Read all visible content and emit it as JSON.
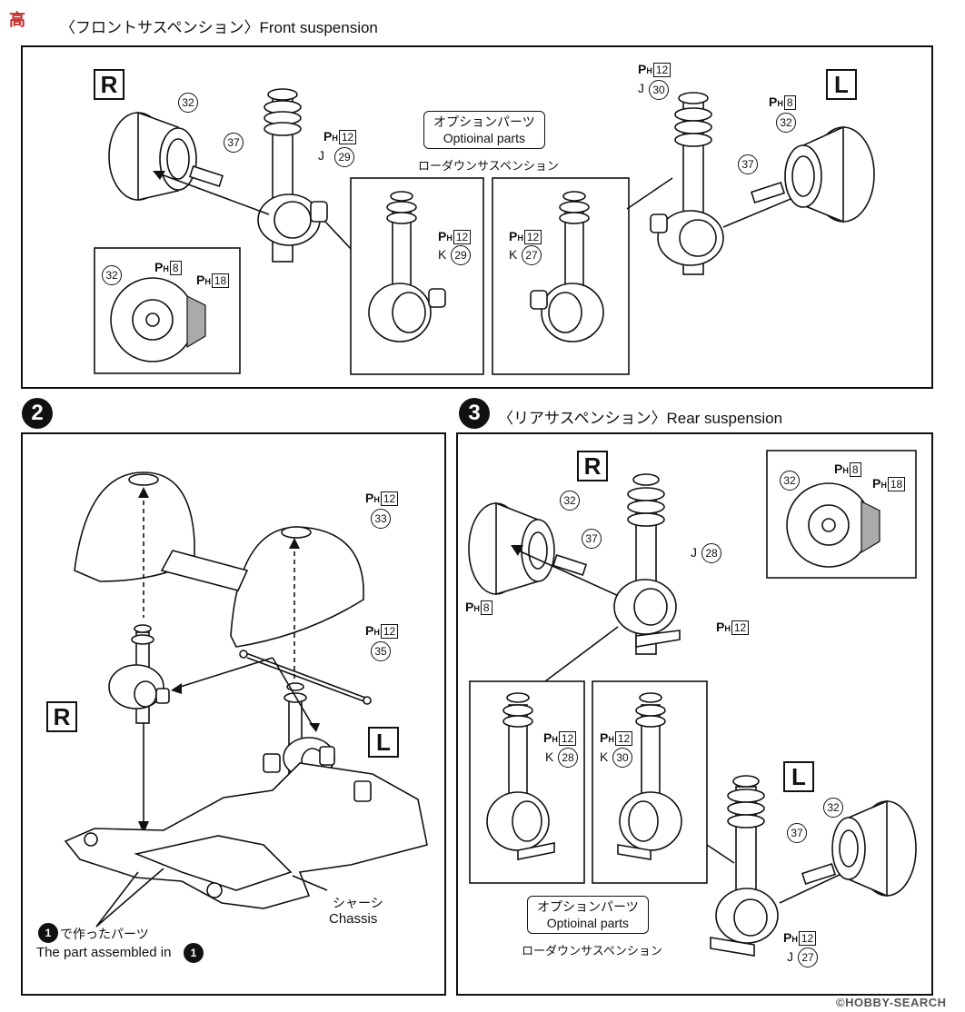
{
  "header": {
    "logo_text": "高",
    "title": "〈フロントサスペンション〉Front suspension"
  },
  "step1": {
    "side_r": "R",
    "side_l": "L",
    "option": {
      "jp": "オプションパーツ",
      "en": "Optioinal parts",
      "sub": "ローダウンサスペンション"
    },
    "parts": {
      "p32_r": "32",
      "p37_r": "37",
      "ph12_r": "12",
      "j_r": "J",
      "p29_r": "29",
      "ph12_l": "12",
      "j_l": "J",
      "p30_l": "30",
      "ph8_l": "8",
      "p32_l": "32",
      "p37_l": "37",
      "ph12_opt1": "12",
      "k_opt1": "K",
      "p29_opt1": "29",
      "ph12_opt2": "12",
      "k_opt2": "K",
      "p27_opt2": "27",
      "detail_32": "32",
      "detail_ph8": "8",
      "detail_ph18": "18"
    }
  },
  "step2": {
    "number": "2",
    "side_r": "R",
    "side_l": "L",
    "ph12_a": "12",
    "p33": "33",
    "ph12_b": "12",
    "p35": "35",
    "chassis_jp": "シャーシ",
    "chassis_en": "Chassis",
    "note_jp": "で作ったパーツ",
    "note_en": "The part assembled in",
    "note_ref": "1"
  },
  "step3": {
    "number": "3",
    "title": "〈リアサスペンション〉Rear suspension",
    "side_r": "R",
    "side_l": "L",
    "p32_r": "32",
    "p37_r": "37",
    "j_r": "J",
    "p28_r": "28",
    "ph8_r": "8",
    "ph12_r": "12",
    "detail_32": "32",
    "detail_ph8": "8",
    "detail_ph18": "18",
    "ph12_opt1": "12",
    "k_opt1": "K",
    "p28_opt1": "28",
    "ph12_opt2": "12",
    "k_opt2": "K",
    "p30_opt2": "30",
    "p37_l": "37",
    "p32_l": "32",
    "ph12_l": "12",
    "j_l": "J",
    "p27_l": "27",
    "option": {
      "jp": "オプションパーツ",
      "en": "Optioinal parts",
      "sub": "ローダウンサスペンション"
    }
  },
  "watermark": "©HOBBY-SEARCH",
  "ph_letter": "P",
  "ph_sub": "H"
}
